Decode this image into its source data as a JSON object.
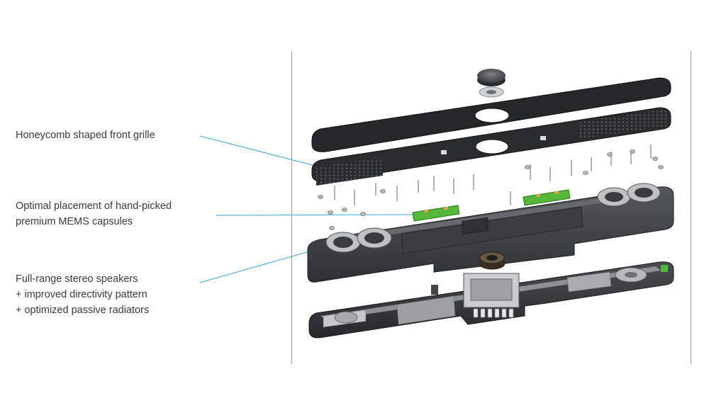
{
  "labels": {
    "grille": "Honeycomb shaped front grille",
    "mems_line1": "Optimal placement of hand-picked",
    "mems_line2": "premium MEMS capsules",
    "speakers_line1": "Full-range stereo speakers",
    "speakers_line2": "+ improved directivity pattern",
    "speakers_line3": "+ optimized passive radiators"
  },
  "colors": {
    "callout_line": "#3aa6d8",
    "pcb_green": "#55b83a",
    "body_dark": "#3a3c3f",
    "panel_black": "#232425"
  }
}
